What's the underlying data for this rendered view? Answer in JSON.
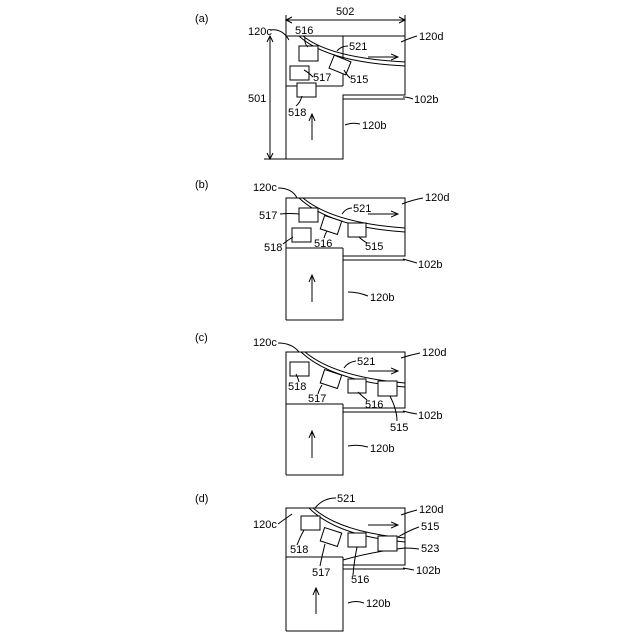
{
  "panels": [
    {
      "id": "a",
      "label": "(a)"
    },
    {
      "id": "b",
      "label": "(b)"
    },
    {
      "id": "c",
      "label": "(c)"
    },
    {
      "id": "d",
      "label": "(d)"
    }
  ],
  "labels": {
    "a": {
      "d502": "502",
      "d501": "501",
      "c120c": "120c",
      "c120d": "120d",
      "c120b": "120b",
      "c102b": "102b",
      "p516": "516",
      "p521": "521",
      "p517": "517",
      "p515": "515",
      "p518": "518"
    },
    "b": {
      "c120c": "120c",
      "c120d": "120d",
      "c120b": "120b",
      "c102b": "102b",
      "p517": "517",
      "p521": "521",
      "p518": "518",
      "p516": "516",
      "p515": "515"
    },
    "c": {
      "c120c": "120c",
      "c120d": "120d",
      "c120b": "120b",
      "c102b": "102b",
      "p521": "521",
      "p518": "518",
      "p517": "517",
      "p516": "516",
      "p515": "515"
    },
    "d": {
      "p521": "521",
      "c120d": "120d",
      "c120c": "120c",
      "p515": "515",
      "p523": "523",
      "p518": "518",
      "p517": "517",
      "p516": "516",
      "c102b": "102b",
      "c120b": "120b"
    }
  }
}
